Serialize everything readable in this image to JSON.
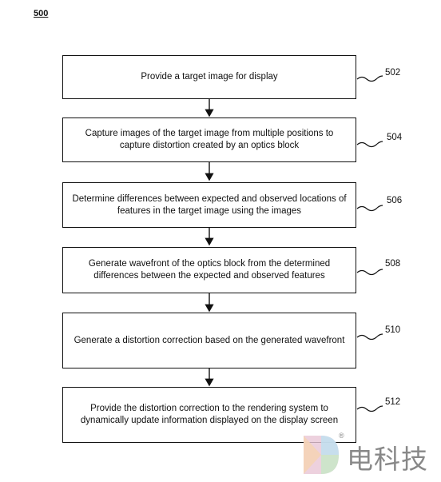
{
  "figure_number": "500",
  "steps": [
    {
      "ref": "502",
      "text": "Provide a target image for display"
    },
    {
      "ref": "504",
      "text": "Capture images of the target image from multiple positions to capture distortion created by an optics block"
    },
    {
      "ref": "506",
      "text": "Determine differences between expected and observed locations of features in the target image using the images"
    },
    {
      "ref": "508",
      "text": "Generate wavefront of the optics block from the determined differences between the expected and observed features"
    },
    {
      "ref": "510",
      "text": "Generate a distortion correction based on the generated wavefront"
    },
    {
      "ref": "512",
      "text": "Provide the distortion correction to the rendering system to dynamically update information displayed on the display screen"
    }
  ],
  "watermark": {
    "text": "电科技",
    "registered_mark": "®"
  }
}
